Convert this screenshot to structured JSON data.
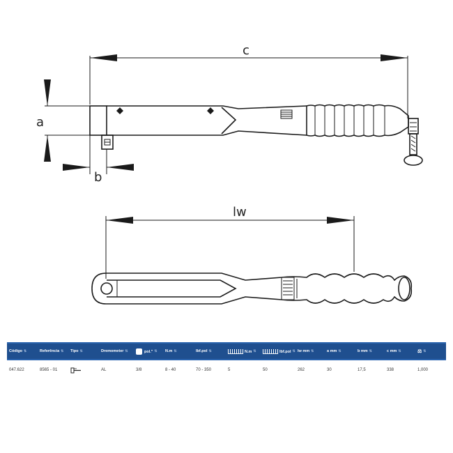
{
  "drawing": {
    "labels": {
      "c": "c",
      "a": "a",
      "b": "b",
      "lw": "lw"
    }
  },
  "table": {
    "headers": [
      {
        "label": "Código",
        "icon": ""
      },
      {
        "label": "Referência",
        "icon": ""
      },
      {
        "label": "Tipo",
        "icon": ""
      },
      {
        "label": "Dremometer",
        "icon": ""
      },
      {
        "label": "pol.\"",
        "icon": "square-drive-icon"
      },
      {
        "label": "N.m",
        "icon": ""
      },
      {
        "label": "lbf.pol",
        "icon": ""
      },
      {
        "label": "N.m",
        "icon": "scale-icon"
      },
      {
        "label": "lbf.pol",
        "icon": "scale-icon"
      },
      {
        "label": "lw mm",
        "icon": ""
      },
      {
        "label": "a mm",
        "icon": ""
      },
      {
        "label": "b mm",
        "icon": ""
      },
      {
        "label": "c mm",
        "icon": ""
      },
      {
        "label": "",
        "icon": "weight-icon"
      }
    ],
    "sort_glyph": "⇅",
    "row": [
      "047.622",
      "8565 - 01",
      "",
      "AL",
      "3/8",
      "8 - 40",
      "70 - 350",
      "5",
      "50",
      "262",
      "30",
      "17,5",
      "338",
      "1,000"
    ]
  },
  "colors": {
    "header_bg": "#1f4f8f",
    "header_text": "#ffffff",
    "line": "#1a1a1a"
  }
}
